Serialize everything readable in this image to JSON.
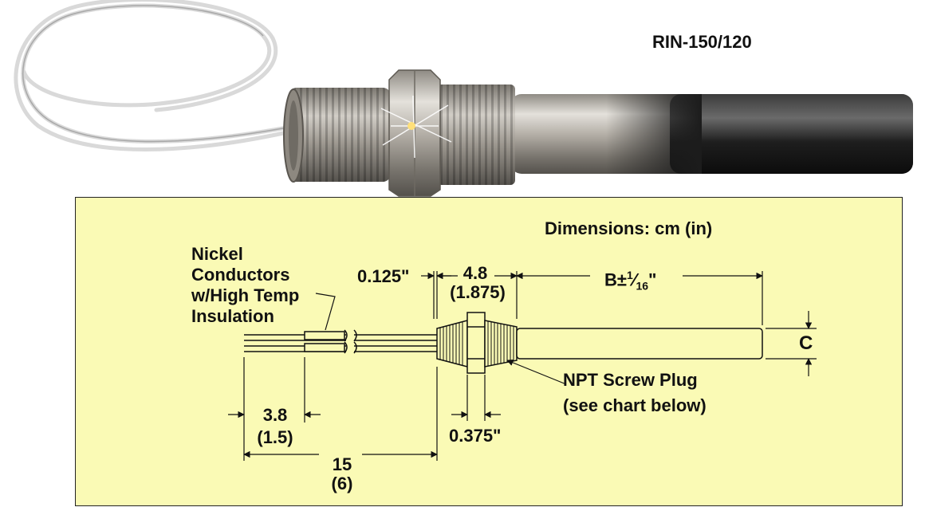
{
  "product": {
    "model": "RIN-150/120"
  },
  "drawing": {
    "units_note": "Dimensions: cm (in)",
    "conductors": {
      "line1": "Nickel",
      "line2": "Conductors",
      "line3": "w/High Temp",
      "line4": "Insulation"
    },
    "dim_gap": "0.125\"",
    "dim_thread": {
      "metric": "4.8",
      "imperial": "(1.875)"
    },
    "dim_sheath": "B±",
    "dim_sheath_fraction": {
      "numerator": "1",
      "denominator": "16",
      "suffix": "\""
    },
    "dim_diameter": "C",
    "plug_callout": {
      "line1": "NPT Screw Plug",
      "line2": "(see chart below)"
    },
    "dim_strip": {
      "metric": "3.8",
      "imperial": "(1.5)"
    },
    "dim_hex": "0.375\"",
    "dim_leads": {
      "metric": "15",
      "imperial": "(6)"
    }
  },
  "colors": {
    "panel_background": "#fafab5",
    "line": "#111111",
    "sheath_metal": "#c9c6c0",
    "sheath_dark": "#1c1c1c",
    "thread_metal": "#b8b3aa",
    "lead_wire": "#e7e7e7"
  }
}
